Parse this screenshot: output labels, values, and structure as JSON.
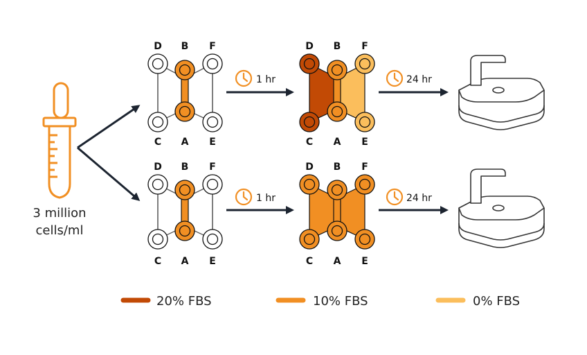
{
  "colors": {
    "dark": "#c24a05",
    "mid": "#f18f23",
    "light": "#fbbe5c",
    "outline": "#111111",
    "gray": "#555555",
    "arrow": "#1c2430"
  },
  "source": {
    "line1": "3 million",
    "line2": "cells/ml",
    "icon": "dropper-icon"
  },
  "wells": {
    "top": [
      "D",
      "B",
      "F"
    ],
    "bottom": [
      "C",
      "A",
      "E"
    ]
  },
  "rows": [
    {
      "step1_time": "1 hr",
      "step2_time": "24 hr",
      "filled_chip_colors": {
        "left": "dark",
        "center": "mid",
        "right": "light"
      }
    },
    {
      "step1_time": "1 hr",
      "step2_time": "24 hr",
      "filled_chip_colors": {
        "left": "mid",
        "center": "mid",
        "right": "mid"
      }
    }
  ],
  "legend": [
    {
      "label": "20% FBS",
      "color": "dark"
    },
    {
      "label": "10% FBS",
      "color": "mid"
    },
    {
      "label": "0% FBS",
      "color": "light"
    }
  ],
  "icons": [
    "clock-icon",
    "sink-icon",
    "arrow-icon"
  ]
}
